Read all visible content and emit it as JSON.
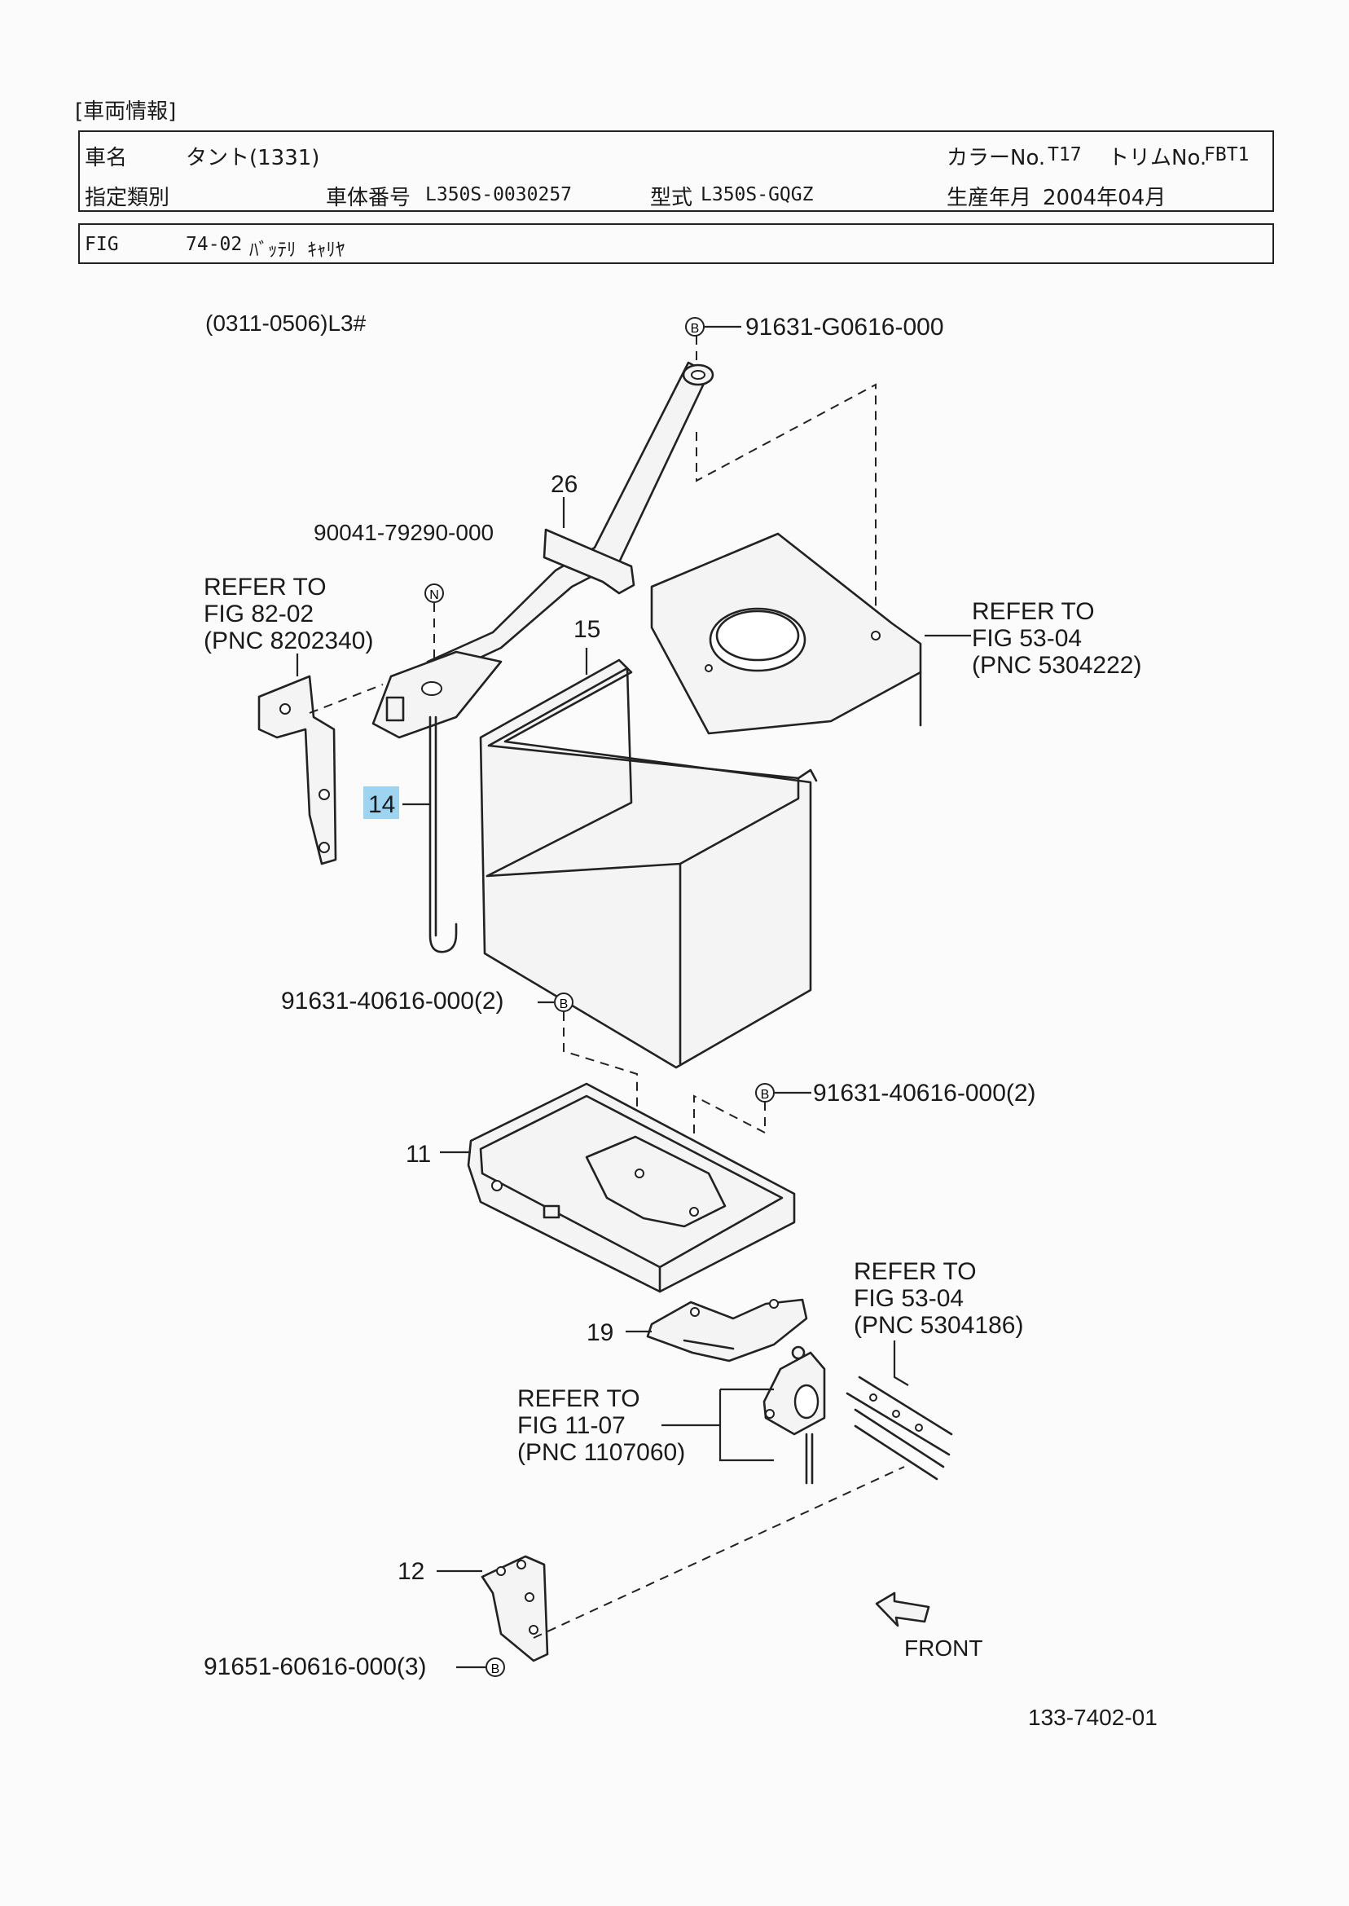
{
  "header": {
    "section_title": "[車両情報]"
  },
  "vehicle": {
    "name_label": "車名",
    "name_value": "タント(1331)",
    "color_label": "カラーNo.",
    "color_value": "T17",
    "trim_label": "トリムNo.",
    "trim_value": "FBT1",
    "class_label": "指定類別",
    "body_no_label": "車体番号",
    "body_no_value": "L350S-0030257",
    "model_label": "型式",
    "model_value": "L350S-GQGZ",
    "prod_label": "生産年月",
    "prod_value": "2004年04月"
  },
  "fig": {
    "label": "FIG",
    "code": "74-02",
    "title": "ﾊﾞｯﾃﾘ ｷｬﾘﾔ"
  },
  "diagram": {
    "applicability": "(0311-0506)L3#",
    "bolt_top": "91631-G0616-000",
    "nut_part": "90041-79290-000",
    "bolt_mid_left": "91631-40616-000(2)",
    "bolt_mid_right": "91631-40616-000(2)",
    "bolt_bottom": "91651-60616-000(3)",
    "bolt_symbol": "B",
    "nut_symbol": "N",
    "ref_left": {
      "line1": "REFER TO",
      "line2": "FIG   82-02",
      "line3": "(PNC 8202340)"
    },
    "ref_top_right": {
      "line1": "REFER TO",
      "line2": "FIG   53-04",
      "line3": "(PNC 5304222)"
    },
    "ref_mid_right": {
      "line1": "REFER TO",
      "line2": "FIG   53-04",
      "line3": "(PNC 5304186)"
    },
    "ref_mount": {
      "line1": "REFER TO",
      "line2": "FIG   11-07",
      "line3": "(PNC 1107060)"
    },
    "callouts": {
      "p26": "26",
      "p15": "15",
      "p14": "14",
      "p11": "11",
      "p19": "19",
      "p12": "12"
    },
    "front_label": "FRONT",
    "drawing_no": "133-7402-01"
  }
}
